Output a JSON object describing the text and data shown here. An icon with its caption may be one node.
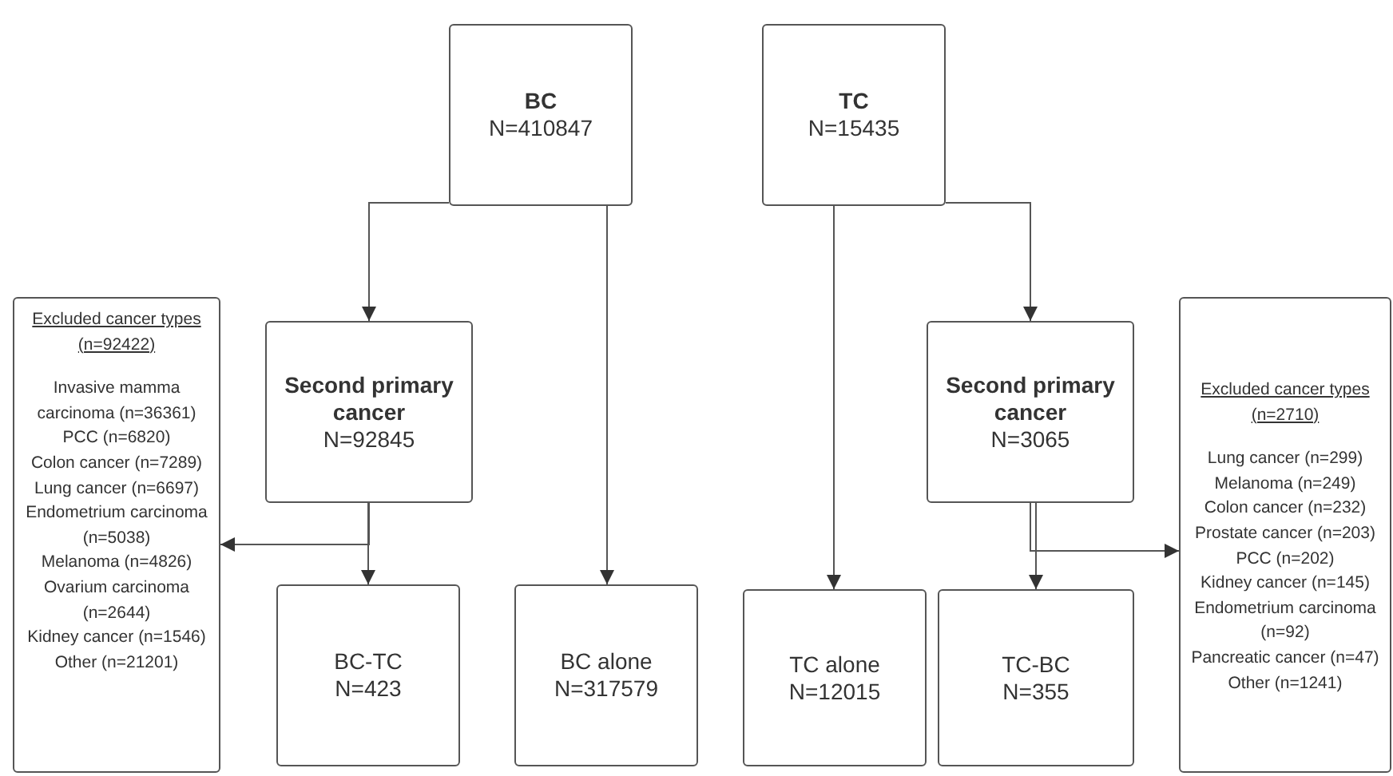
{
  "diagram": {
    "nodes": [
      {
        "text": [
          "BC",
          "N=410847"
        ]
      },
      {
        "text": [
          "TC",
          "N=15435"
        ]
      },
      {
        "text": [
          "Excluded cancer types (n=92422)",
          "Invasive mamma carcinoma (n=36361)",
          "PCC (n=6820)",
          "Colon cancer (n=7289)",
          "Lung cancer (n=6697)",
          "Endometrium carcinoma (n=5038)",
          "Melanoma (n=4826)",
          "Ovarium carcinoma (n=2644)",
          "Kidney cancer (n=1546)",
          "Other (n=21201)"
        ]
      },
      {
        "text": [
          "Second primary cancer",
          "N=92845"
        ]
      },
      {
        "text": [
          "Second primary cancer",
          "N=3065"
        ]
      },
      {
        "text": [
          "Excluded cancer types (n=2710)",
          "Lung cancer (n=299)",
          "Melanoma (n=249)",
          "Colon cancer (n=232)",
          "Prostate cancer (n=203)",
          "PCC (n=202)",
          "Kidney cancer (n=145)",
          "Endometrium carcinoma (n=92)",
          "Pancreatic cancer (n=47)",
          "Other (n=1241)"
        ]
      },
      {
        "text": [
          "BC-TC",
          "N=423"
        ]
      },
      {
        "text": [
          "BC alone",
          "N=317579"
        ]
      },
      {
        "text": [
          "TC alone",
          "N=12015"
        ]
      },
      {
        "text": [
          "TC-BC",
          "N=355"
        ]
      }
    ],
    "edges": [
      {
        "from": 0,
        "to": 3,
        "arrow": "to"
      },
      {
        "from": 0,
        "to": 7,
        "arrow": "to"
      },
      {
        "from": 1,
        "to": 8,
        "arrow": "to"
      },
      {
        "from": 1,
        "to": 4,
        "arrow": "to"
      },
      {
        "from": 3,
        "to": 6,
        "arrow": "to"
      },
      {
        "from": 3,
        "to": 2,
        "arrow": "to"
      },
      {
        "from": 4,
        "to": 9,
        "arrow": "to"
      },
      {
        "from": 4,
        "to": 5,
        "arrow": "to"
      }
    ]
  }
}
